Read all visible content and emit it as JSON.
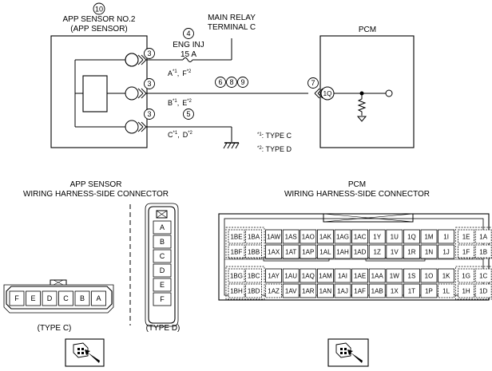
{
  "top": {
    "app_sensor": {
      "num": "10",
      "title1": "APP SENSOR NO.2",
      "title2": "(APP SENSOR)"
    },
    "main_relay": {
      "line1": "MAIN RELAY",
      "line2": "TERMINAL C"
    },
    "fuse": {
      "num": "4",
      "name": "ENG INJ",
      "rating": "15 A"
    },
    "pcm": {
      "title": "PCM",
      "terminal": "1Q",
      "conn_num": "7"
    },
    "connector_num": "3",
    "wire_nums": [
      "6",
      "8",
      "9"
    ],
    "wire_num_lower": "5",
    "pins": [
      {
        "c": "A",
        "d": "F"
      },
      {
        "c": "B",
        "d": "E"
      },
      {
        "c": "C",
        "d": "D"
      }
    ],
    "sup1": "*1",
    "sup2": "*2",
    "comma": ",",
    "notes": [
      {
        "mark": "*1",
        "text": ": TYPE C"
      },
      {
        "mark": "*2",
        "text": ": TYPE D"
      }
    ]
  },
  "app_conn": {
    "title1": "APP SENSOR",
    "title2": "WIRING HARNESS-SIDE CONNECTOR",
    "type_c_label": "(TYPE C)",
    "type_d_label": "(TYPE D)",
    "type_c_pins": [
      "F",
      "E",
      "D",
      "C",
      "B",
      "A"
    ],
    "type_d_pins": [
      "A",
      "B",
      "C",
      "D",
      "E",
      "F"
    ]
  },
  "pcm_conn": {
    "title1": "PCM",
    "title2": "WIRING HARNESS-SIDE CONNECTOR",
    "rows": [
      [
        "1BE",
        "1BA",
        "1AW",
        "1AS",
        "1AO",
        "1AK",
        "1AG",
        "1AC",
        "1Y",
        "1U",
        "1Q",
        "1M",
        "1I",
        "1E",
        "1A"
      ],
      [
        "1BF",
        "1BB",
        "1AX",
        "1AT",
        "1AP",
        "1AL",
        "1AH",
        "1AD",
        "1Z",
        "1V",
        "1R",
        "1N",
        "1J",
        "1F",
        "1B"
      ],
      [
        "1BG",
        "1BC",
        "1AY",
        "1AU",
        "1AQ",
        "1AM",
        "1AI",
        "1AE",
        "1AA",
        "1W",
        "1S",
        "1O",
        "1K",
        "1G",
        "1C"
      ],
      [
        "1BH",
        "1BD",
        "1AZ",
        "1AV",
        "1AR",
        "1AN",
        "1AJ",
        "1AF",
        "1AB",
        "1X",
        "1T",
        "1P",
        "1L",
        "1H",
        "1D"
      ]
    ]
  }
}
